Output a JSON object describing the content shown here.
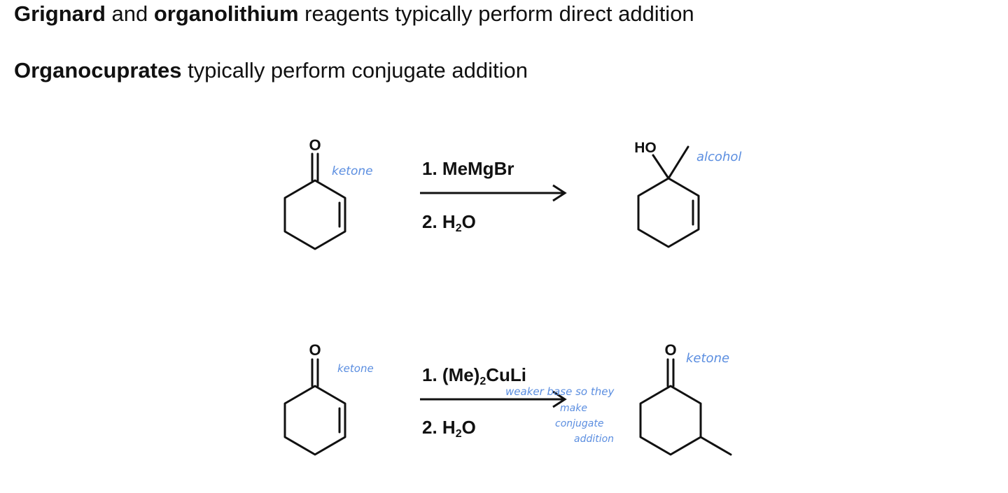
{
  "statements": [
    {
      "parts": [
        {
          "text": "Grignard",
          "bold": true
        },
        {
          "text": " and ",
          "bold": false
        },
        {
          "text": "organolithium",
          "bold": true
        },
        {
          "text": " reagents typically perform direct addition",
          "bold": false
        }
      ]
    },
    {
      "parts": [
        {
          "text": "Organocuprates",
          "bold": true
        },
        {
          "text": " typically perform conjugate addition",
          "bold": false
        }
      ]
    }
  ],
  "reactions": [
    {
      "reactant": {
        "carbonyl_label": "O",
        "note": "ketone"
      },
      "step1": "1.  MeMgBr",
      "step2_prefix": "2.  H",
      "step2_sub": "2",
      "step2_suffix": "O",
      "product": {
        "hydroxyl_label": "HO",
        "note": "alcohol"
      }
    },
    {
      "reactant": {
        "carbonyl_label": "O",
        "note": "ketone"
      },
      "step1_prefix": "1.  (Me)",
      "step1_sub": "2",
      "step1_suffix": "CuLi",
      "step2_prefix": "2.  H",
      "step2_sub": "2",
      "step2_suffix": "O",
      "arrow_note": [
        "weaker base so they",
        "make",
        "conjugate",
        "addition"
      ],
      "product": {
        "carbonyl_label": "O",
        "note": "ketone"
      }
    }
  ],
  "colors": {
    "text": "#111111",
    "handwriting": "#5b8ee0"
  }
}
